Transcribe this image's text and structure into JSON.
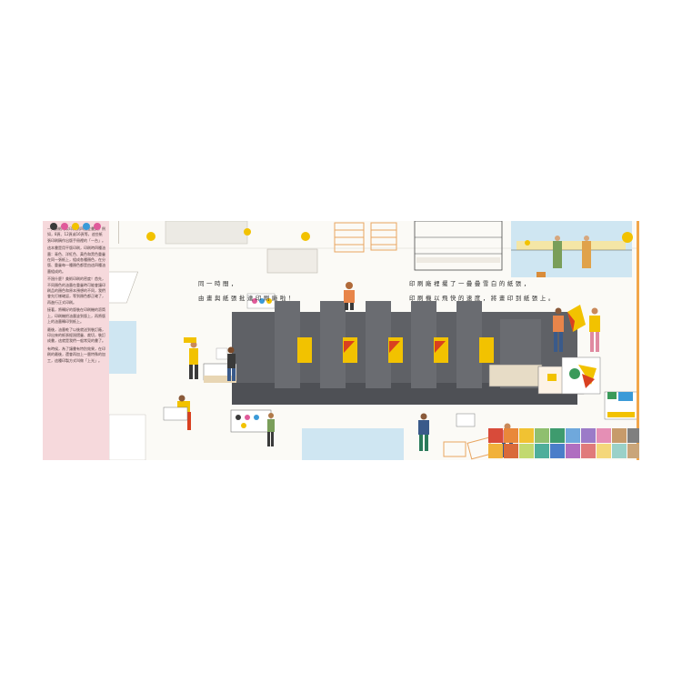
{
  "sidebar": {
    "paragraphs": [
      "一大張紙可以印兩到四個全書頁，例如，8頁、12頁或16頁等，這些紙張印刷稱作出版手冊裡的「一台」。",
      "這本書是用平版印刷，印刷時四種油墨：青色、洋紅色、黃色和黑色重疊在同一張紙上，組成各種顏色，在分版、重疊每一種顏色都是由這四種油墨組成的。",
      "不過什麼？美術印刷的密度！首先，不同顏色的油墨在重疊時可能會讓印刷品的顏色和原本預想的不同，我們會先打樣確認，等到顏色都正確了，再進行正式印刷。",
      "接著，將轉好的版裝在印刷機的滾筒上，印刷機把油墨塗到版上，再將版上的油墨轉印到紙上。",
      "最後，油墨乾了以後就送到裝訂廠，印出來的紙張經過摺疊、裁切，裝訂成書，這就是我們一般常見的書了。",
      "有時候，為了讓書有特別效果，在印刷的最後，還會再加上一層特殊的加工，這種印製方式叫做「上光」。"
    ]
  },
  "captions": {
    "left_line1": "同一時間，",
    "left_line2": "由畫與紙張批達印刷廠啦！",
    "right_line1": "印刷廠裡擺了一疊疊雪白的紙張，",
    "right_line2": "印刷機以飛快的速度，將畫印到紙張上。"
  },
  "colors": {
    "machine_gray": "#5f6166",
    "accent_yellow": "#f2c200",
    "sidebar_pink": "#f6d9dc",
    "light_blue": "#cfe6f2",
    "pallet_orange": "#e8a560"
  },
  "color_chart_colors": [
    "#d84b3a",
    "#e9883a",
    "#f1c232",
    "#8fbf6f",
    "#3e9b6e",
    "#6fa8dc",
    "#9b7bc8",
    "#e58fb5",
    "#c79b6b",
    "#7f7f7f",
    "#f1b13a",
    "#d96a3a",
    "#c2d96f",
    "#4fae9a",
    "#4a7ec9",
    "#b06ec0",
    "#e07a7a",
    "#f4d77a",
    "#9ad1c8",
    "#c9a57a"
  ]
}
